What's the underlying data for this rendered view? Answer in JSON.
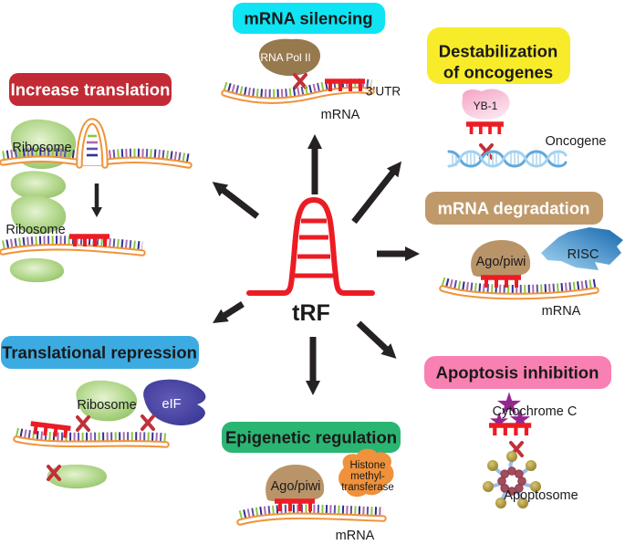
{
  "center": {
    "label": "tRF",
    "color": "#EC1C24"
  },
  "boxes": {
    "increase_translation": {
      "label": "Increase translation",
      "bg": "#C22B35",
      "fg": "#FFFFFF"
    },
    "mrna_silencing": {
      "label": "mRNA silencing",
      "bg": "#0FE4F4",
      "fg": "#1A1A1A"
    },
    "destabilization": {
      "line1": "Destabilization",
      "line2": "of oncogenes",
      "bg": "#F8EC2A",
      "fg": "#1A1A1A"
    },
    "mrna_degradation": {
      "label": "mRNA degradation",
      "bg": "#C0996B",
      "fg": "#FFFFFF"
    },
    "apoptosis_inhibition": {
      "label": "Apoptosis inhibition",
      "bg": "#F980B2",
      "fg": "#1A1A1A"
    },
    "epigenetic_regulation": {
      "label": "Epigenetic regulation",
      "bg": "#2BB573",
      "fg": "#1A1A1A"
    },
    "translational_repression": {
      "label": "Translational repression",
      "bg": "#3CABE2",
      "fg": "#1A1A1A"
    }
  },
  "labels": {
    "ribosome_top": "Ribosome",
    "ribosome_bottom": "Ribosome",
    "ribosome_repression": "Ribosome",
    "eif": "eIF",
    "rna_pol_ii": "RNA Pol II",
    "ago_piwi_degradation": "Ago/piwi",
    "risc": "RISC",
    "ago_piwi_epigenetic": "Ago/piwi",
    "histone_line1": "Histone",
    "histone_line2": "methyl-",
    "histone_line3": "transferase",
    "yb1": "YB-1",
    "oncogene": "Oncogene",
    "cytochrome_c": "Cytochrome C",
    "apoptosome": "Apoptosome",
    "mrna_silencing": "mRNA",
    "utr": "3’UTR",
    "mrna_degradation": "mRNA",
    "mrna_epigenetic": "mRNA"
  },
  "palette": {
    "arrow": "#262223",
    "trf_red": "#EC1C24",
    "x_mark": "#C13039",
    "mrna_ribbon": "#F0943C",
    "ribosome_green": "#A6CF7F",
    "eif_blue": "#41409E",
    "brown_blob": "#97794E",
    "tan_blob": "#BA9469",
    "histone_orange": "#F0913B",
    "star_purple": "#93278F"
  }
}
